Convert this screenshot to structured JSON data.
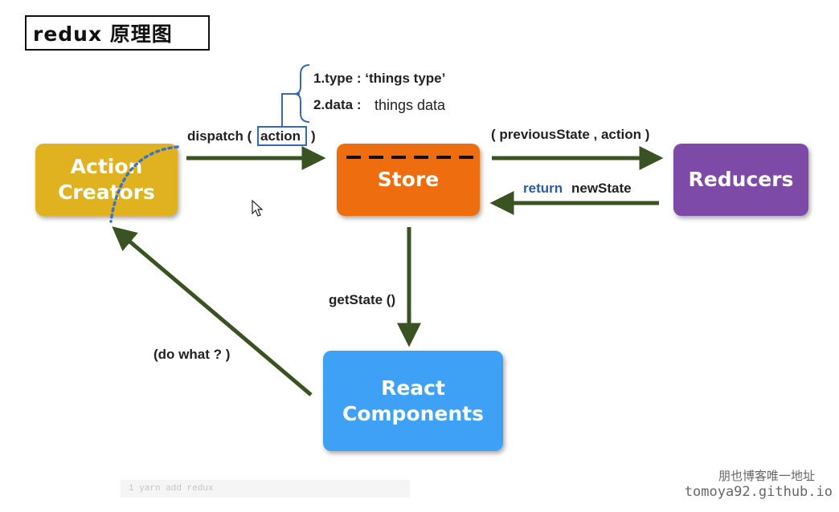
{
  "title": "redux 原理图",
  "nodes": {
    "action_creators": "Action\nCreators",
    "store": "Store",
    "reducers": "Reducers",
    "react_components": "React\nComponents"
  },
  "labels": {
    "dispatch_prefix": "dispatch (",
    "dispatch_action": "action",
    "dispatch_suffix": ")",
    "type_line": "1.type : ‘things type’",
    "data_key": "2.data :",
    "data_value": "things data",
    "previous_state": "( previousState , action )",
    "return_word": "return",
    "new_state": "newState",
    "get_state": "getState ()",
    "do_what": "(do what ? )"
  },
  "watermark": {
    "line1": "朋也博客唯一地址",
    "line2": "tomoya92.github.io"
  },
  "code_hint": "1  yarn add redux",
  "colors": {
    "action_creators": "#e0b220",
    "store": "#ee6e0f",
    "reducers": "#7d4aa8",
    "react_components": "#3fa1f6",
    "arrow": "#3b5323",
    "brace": "#3a66b8"
  }
}
